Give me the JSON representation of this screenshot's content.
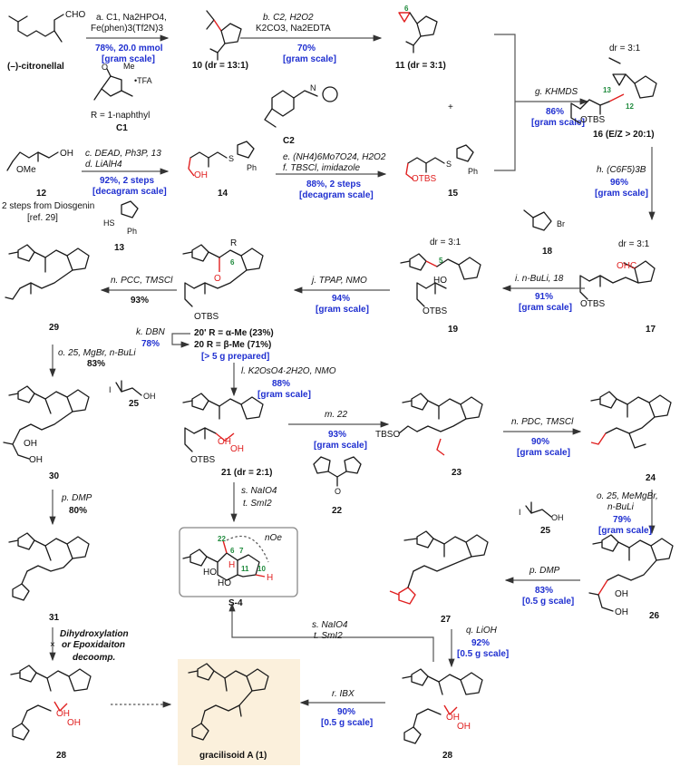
{
  "compounds": {
    "citronellal": "(–)-citronellal",
    "c10": "10 (dr = 13:1)",
    "c11": "11 (dr = 3:1)",
    "c16": "16 (E/Z > 20:1)",
    "c16_dr": "dr = 3:1",
    "c12": "12",
    "c12_note1": "2 steps from Diosgenin",
    "c12_note2": "[ref. 29]",
    "c13": "13",
    "c14": "14",
    "c15": "15",
    "c17": "17",
    "c17_dr": "dr = 3:1",
    "c18": "18",
    "c19": "19",
    "c19_dr": "dr = 3:1",
    "c20p": "20' R = α-Me (23%)",
    "c20": "20  R = β-Me (71%)",
    "c20_scale": "[> 5 g prepared]",
    "c29": "29",
    "c25a": "25",
    "c25b": "25",
    "c30": "30",
    "c21": "21 (dr = 2:1)",
    "c22": "22",
    "c23": "23",
    "c24": "24",
    "c26": "26",
    "c27": "27",
    "c31": "31",
    "s4": "S-4",
    "s4_noe": "nOe",
    "c28a": "28",
    "c28b": "28",
    "product": "gracilisoid A (1)",
    "c1": "C1",
    "c1_r": "R = 1-naphthyl",
    "c1_tfa": "•TFA",
    "c2": "C2"
  },
  "atoms": {
    "cho": "CHO",
    "oh": "OH",
    "ome": "OMe",
    "otbs": "OTBS",
    "tbso": "TBSO",
    "ohc": "OHC",
    "h": "H",
    "o": "O",
    "n": "N",
    "s": "S",
    "ph": "Ph",
    "hs": "HS",
    "br": "Br",
    "i": "I",
    "me": "Me",
    "ho": "HO",
    "plus": "+"
  },
  "numbering": {
    "n6": "6",
    "n5": "5",
    "n7": "7",
    "n10": "10",
    "n11": "11",
    "n12": "12",
    "n13": "13",
    "n22": "22"
  },
  "steps": {
    "a": {
      "reagents1": "a. C1, Na2HPO4,",
      "reagents2": "Fe(phen)3(Tf2N)3",
      "yield": "78%, 20.0 mmol",
      "scale": "[gram scale]"
    },
    "b": {
      "reagents1": "b. C2, H2O2",
      "reagents2": "K2CO3, Na2EDTA",
      "yield": "70%",
      "scale": "[gram scale]"
    },
    "cd": {
      "reagents1": "c. DEAD, Ph3P, 13",
      "reagents2": "d. LiAlH4",
      "yield": "92%, 2 steps",
      "scale": "[decagram scale]"
    },
    "ef": {
      "reagents1": "e. (NH4)6Mo7O24, H2O2",
      "reagents2": "f. TBSCl, imidazole",
      "yield": "88%, 2 steps",
      "scale": "[decagram scale]"
    },
    "g": {
      "reagents1": "g. KHMDS",
      "yield": "86%",
      "scale": "[gram scale]"
    },
    "h": {
      "reagents1": "h. (C6F5)3B",
      "yield": "96%",
      "scale": "[gram scale]"
    },
    "i": {
      "reagents1": "i. n-BuLi, 18",
      "yield": "91%",
      "scale": "[gram scale]"
    },
    "j": {
      "reagents1": "j. TPAP, NMO",
      "yield": "94%",
      "scale": "[gram scale]"
    },
    "k": {
      "reagents1": "k. DBN",
      "yield": "78%"
    },
    "n_left": {
      "reagents1": "n. PCC, TMSCl",
      "yield": "93%"
    },
    "o_left": {
      "reagents1": "o. 25, MgBr, n-BuLi",
      "yield": "83%"
    },
    "p_left": {
      "reagents1": "p. DMP",
      "yield": "80%"
    },
    "l": {
      "reagents1": "l. K2OsO4·2H2O, NMO",
      "yield": "88%",
      "scale": "[gram scale]"
    },
    "m": {
      "reagents1": "m. 22",
      "yield": "93%",
      "scale": "[gram scale]"
    },
    "n_right": {
      "reagents1": "n. PDC, TMSCl",
      "yield": "90%",
      "scale": "[gram scale]"
    },
    "o_right": {
      "reagents1": "o. 25, MeMgBr,",
      "reagents2": "n-BuLi",
      "yield": "79%",
      "scale": "[gram scale]"
    },
    "p_right": {
      "reagents1": "p. DMP",
      "yield": "83%",
      "scale": "[0.5 g scale]"
    },
    "q": {
      "reagents1": "q. LiOH",
      "yield": "92%",
      "scale": "[0.5 g scale]"
    },
    "r": {
      "reagents1": "r. IBX",
      "yield": "90%",
      "scale": "[0.5 g scale]"
    },
    "st_center": {
      "reagents1": "s. NaIO4",
      "reagents2": "t. SmI2"
    },
    "st_bottom": {
      "reagents1": "s. NaIO4",
      "reagents2": "t. SmI2"
    },
    "failed": {
      "line1": "Dihydroxylation",
      "line2": "or Epoxidaiton",
      "line3": "decoomp."
    }
  },
  "colors": {
    "yield_blue": "#1f2fd0",
    "highlight_red": "#e02020",
    "numbering_green": "#1e8a3c",
    "product_bg": "#fbf0dc",
    "box_border": "#888888"
  }
}
